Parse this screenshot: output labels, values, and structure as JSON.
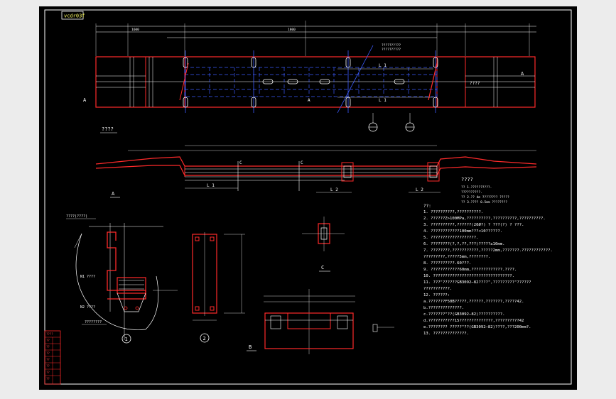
{
  "title_tab": "vcdr03f",
  "views": {
    "plan_label": "????",
    "plan_center_text": "????",
    "section_A": "A",
    "section_C": "C",
    "section_B": "B",
    "detail_1": "1",
    "detail_2": "2",
    "tech_title": "????"
  },
  "dims": {
    "L1": "L 1",
    "L2": "L 2",
    "top1": "1600",
    "top2": "1800"
  },
  "tech_requirements": [
    "?? 1.??????????.",
    "??????????.",
    "?? 2.?? 4m ???????? ?????",
    "?? 3.???? 0.5mm ????????"
  ],
  "notes_title": "??:",
  "notes": [
    "1.  ??????????,??????????.",
    "2.  ??????Z>100MPa,??????????,??????????,??????????.",
    "3.  ??????????,??????(20Ø?) ? ???(?) ?  ???.",
    "4.  ????????????100mm???<10??????.",
    "5.  ???????????????????.",
    "6.  ????????(?,?,??,???)?????±10mm.",
    "7.  ????????,???????????,?????2mm,???????.????????????.",
    "     ?????????,?????5mm,????????.",
    "8.  ??????????.60???.",
    "9.  ????????????60mm,?????????????.????.",
    "10. ?????????????????????????????????.",
    "11. ???\"??????GB3092−82????\",?????????\"??????",
    "     ???????????.",
    "12. ??????:",
    "     a.???????F50B?????,??????,???????,?????42.",
    "     b.??????????????.",
    "     c.???????\"??(GB3092−82)??????????.",
    "     d.???????????15??????????????,??????????42",
    "     e.???????? ?????\"??(GB3092−82)????,???200mm?.",
    "13. ??????????????."
  ],
  "left_labels": {
    "top_note": "????(????)",
    "n1": "N1 ????",
    "n2": "N2 ????",
    "bottom_note": "????????"
  },
  "stamp": {
    "title": "????",
    "rows": [
      "??",
      "??",
      "??",
      "??",
      "??",
      "??",
      "??"
    ]
  }
}
